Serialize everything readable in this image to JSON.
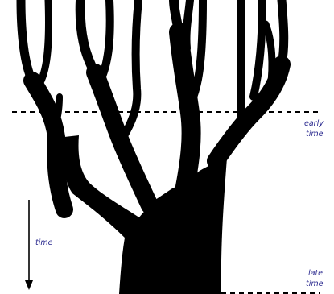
{
  "labels": {
    "early_line1": "early",
    "early_line2": "time",
    "late_line1": "late",
    "late_line2": "time",
    "axis": "time"
  },
  "colors": {
    "tree": "#000000",
    "label": "#2b2a8f",
    "background": "#ffffff"
  }
}
